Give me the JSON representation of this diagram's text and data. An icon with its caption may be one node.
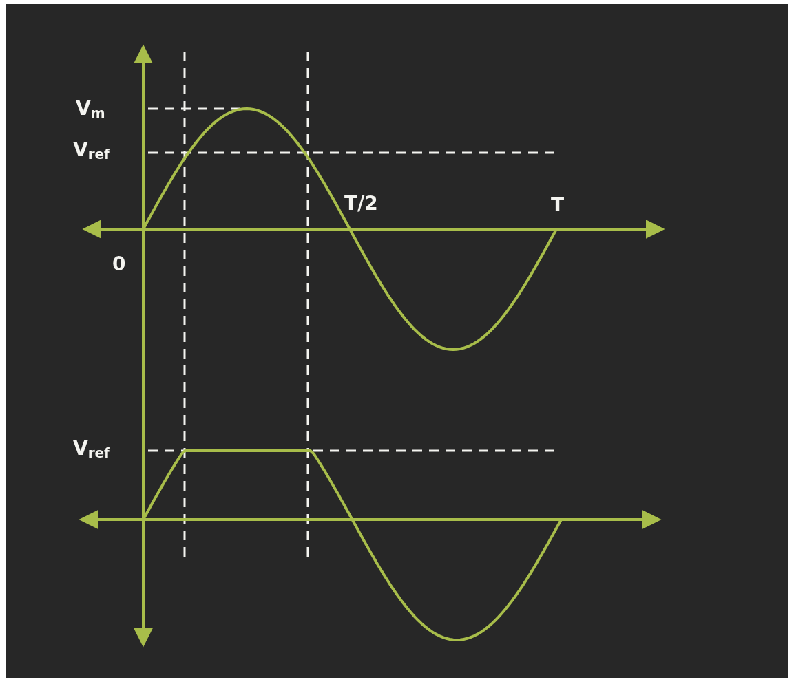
{
  "diagram": {
    "labels": [
      "V$_{m}$",
      "V$_{ref}$",
      "T/2",
      "T",
      "0",
      "V$_{ref}$"
    ]
  }
}
